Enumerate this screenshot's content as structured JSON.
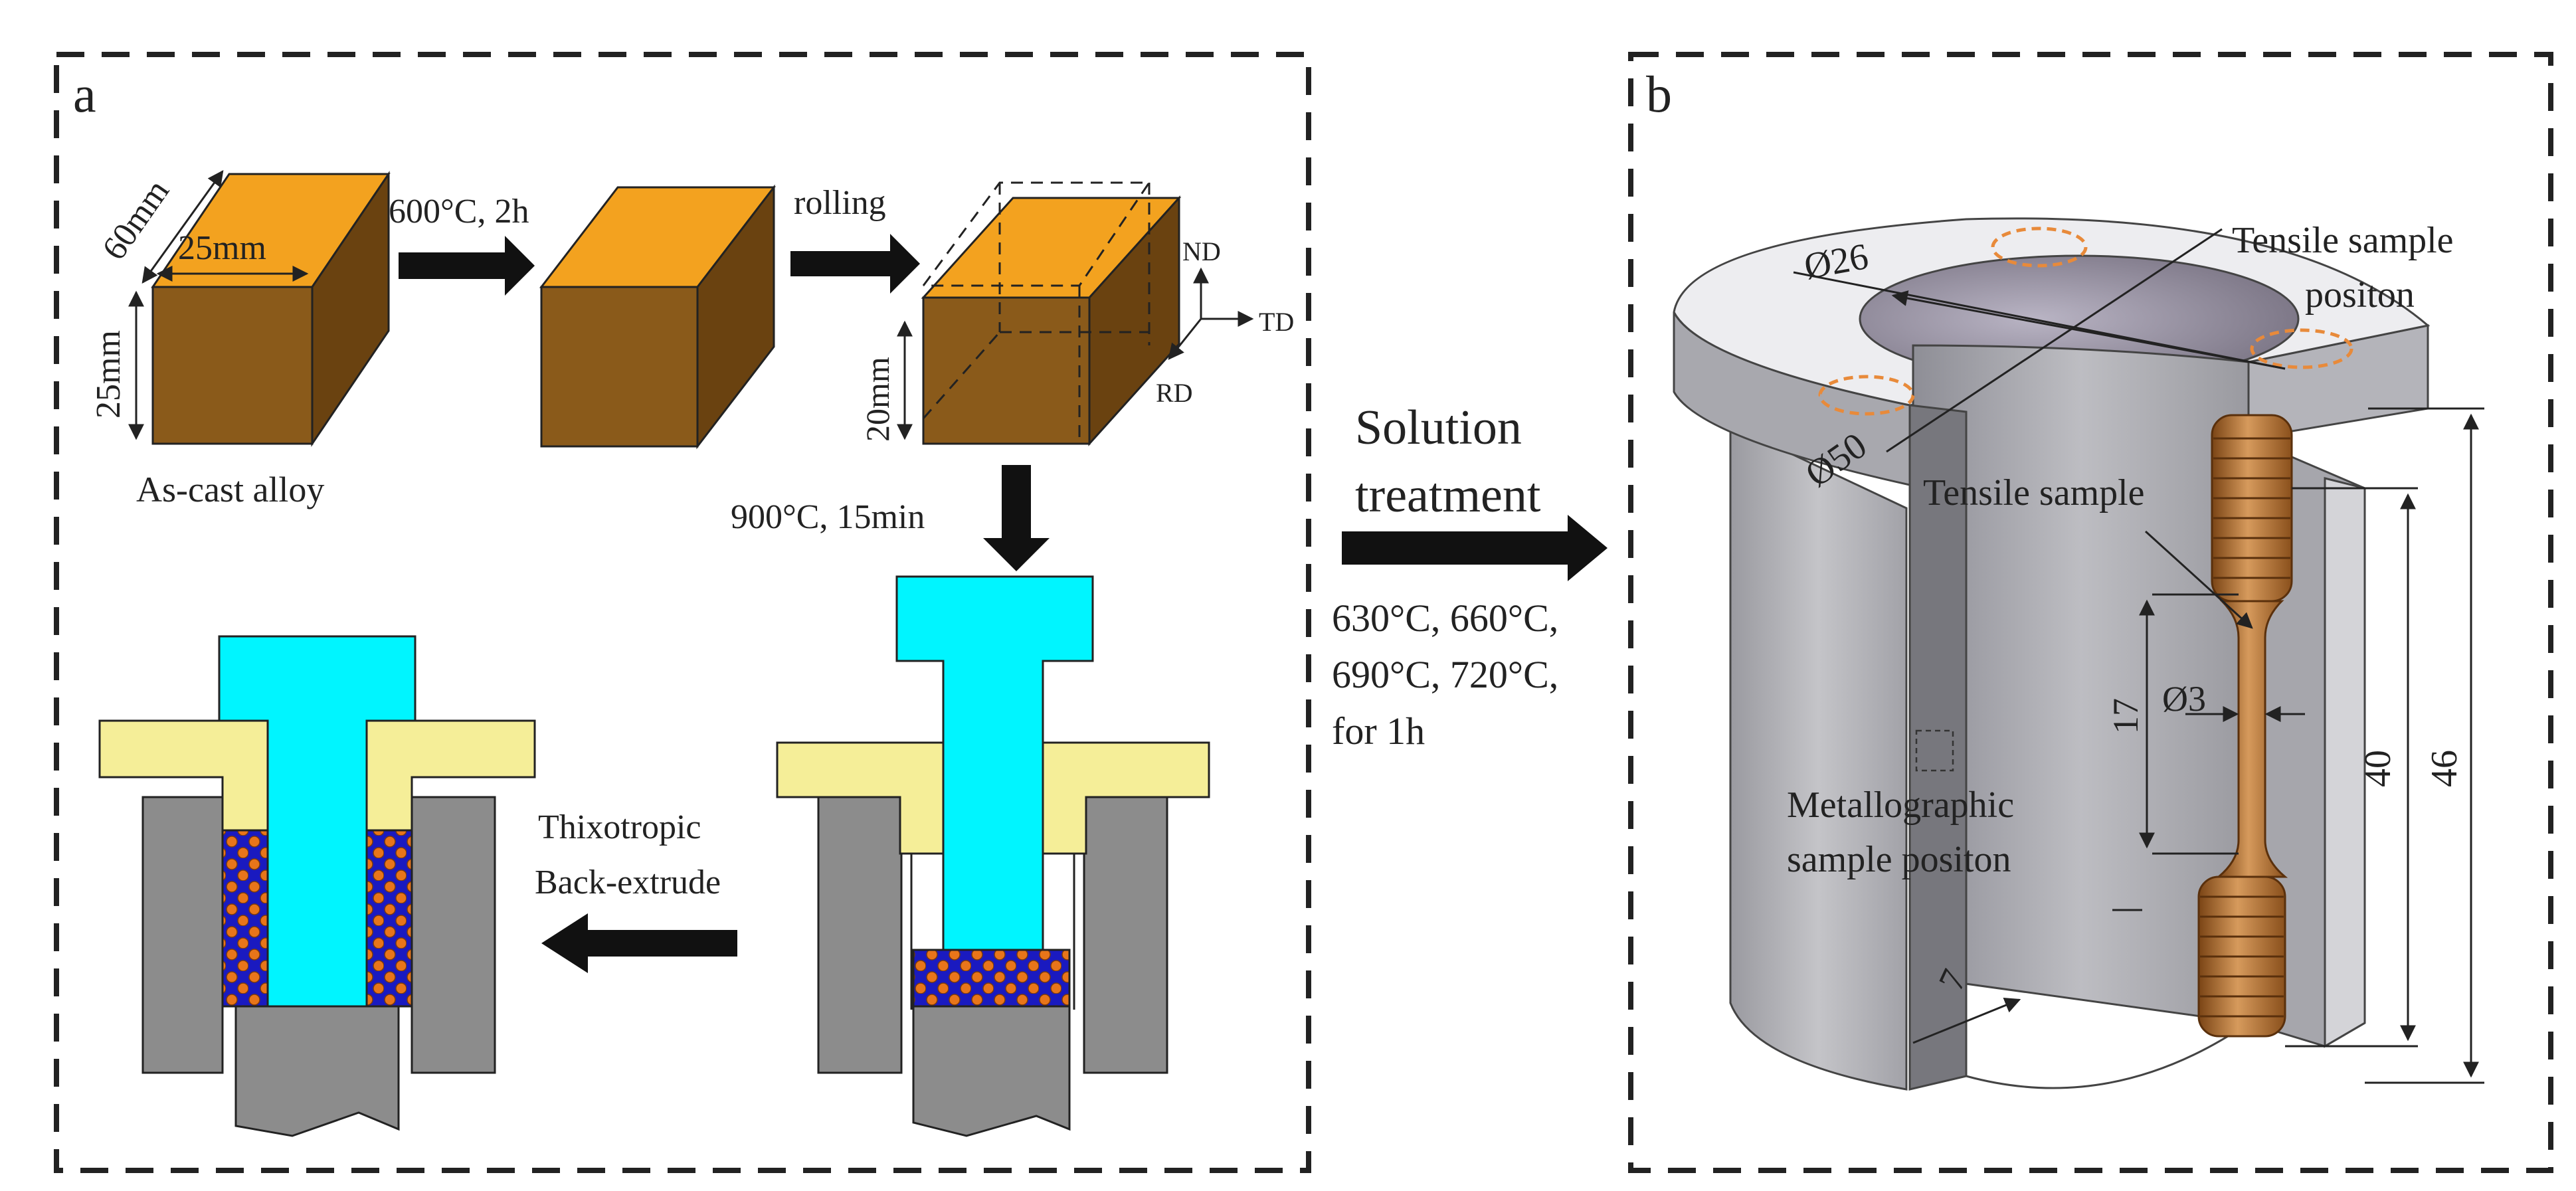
{
  "panel_a": {
    "label": "a",
    "dims": {
      "length": "60mm",
      "width": "25mm",
      "height": "25mm",
      "rolled_height": "20mm"
    },
    "steps": {
      "homogenize": "600°C, 2h",
      "rolling": "rolling",
      "reheat": "900°C, 15min",
      "extrude_line1": "Thixotropic",
      "extrude_line2": "Back-extrude"
    },
    "as_cast": "As-cast alloy",
    "axes": {
      "nd": "ND",
      "td": "TD",
      "rd": "RD"
    }
  },
  "middle": {
    "title_line1": "Solution",
    "title_line2": "treatment",
    "temps_line1": "630°C, 660°C,",
    "temps_line2": "690°C, 720°C,",
    "temps_line3": "for 1h"
  },
  "panel_b": {
    "label": "b",
    "dims": {
      "inner_dia": "Ø26",
      "outer_dia": "Ø50",
      "gauge_len": "17",
      "gauge_dia": "Ø3",
      "sample_len": "40",
      "cup_height": "46",
      "wall": "7"
    },
    "labels": {
      "tensile_pos_line1": "Tensile sample",
      "tensile_pos_line2": "positon",
      "tensile_sample": "Tensile sample",
      "metallo_line1": "Metallographic",
      "metallo_line2": "sample positon"
    }
  },
  "colors": {
    "block_top": "#F3A21F",
    "block_front": "#8A5A1A",
    "block_side": "#6A4210",
    "punch": "#00F5FF",
    "holder": "#F5EE98",
    "die": "#8C8C8C",
    "billet": "#1A1AC0",
    "dots": "#E8751A",
    "orange_ring": "#E88A3A"
  }
}
